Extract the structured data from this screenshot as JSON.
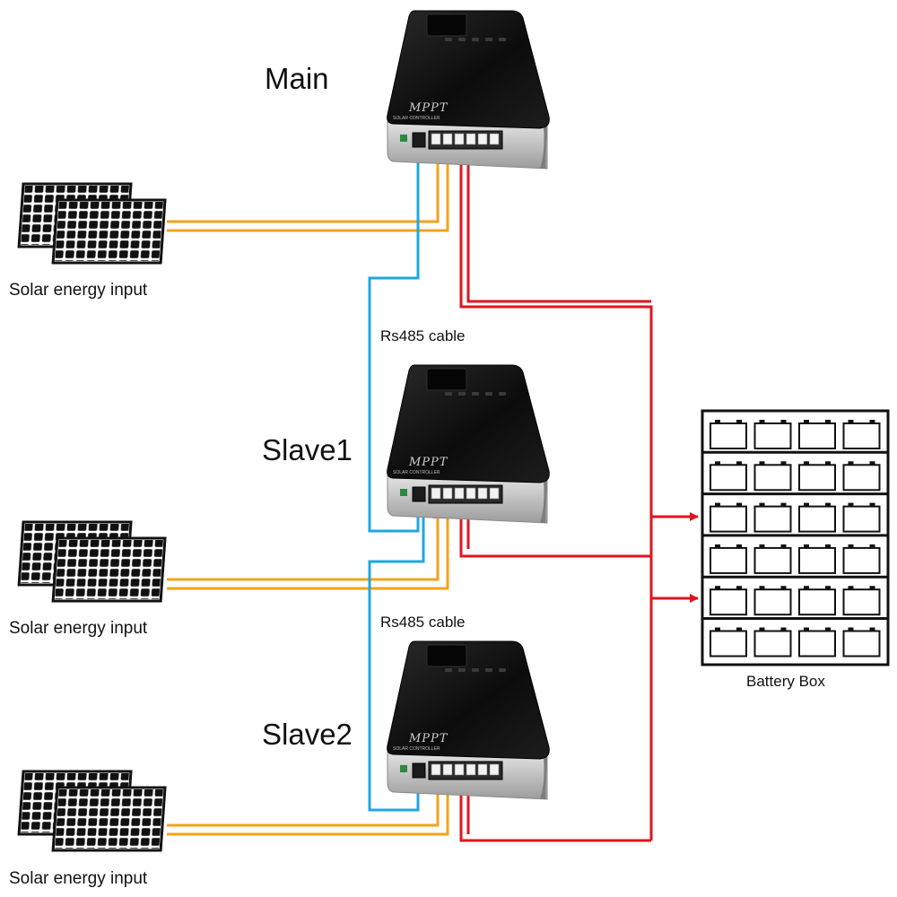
{
  "controllers": [
    {
      "label": "Main",
      "brand": "MPPT",
      "subtitle": "SOLAR CONTROLLER"
    },
    {
      "label": "Slave1",
      "brand": "MPPT",
      "subtitle": "SOLAR CONTROLLER"
    },
    {
      "label": "Slave2",
      "brand": "MPPT",
      "subtitle": "SOLAR CONTROLLER"
    }
  ],
  "solar_inputs": [
    {
      "label": "Solar energy input"
    },
    {
      "label": "Solar energy input"
    },
    {
      "label": "Solar energy input"
    }
  ],
  "cables": [
    {
      "label": "Rs485 cable"
    },
    {
      "label": "Rs485 cable"
    }
  ],
  "battery_box": {
    "label": "Battery Box",
    "rows": 6,
    "cols": 4
  },
  "colors": {
    "solar_wire": "#f2a31b",
    "rs485_wire": "#1ea7e1",
    "battery_wire": "#e0141e",
    "device_glass": "#111111",
    "device_body": "#c9c9c9"
  }
}
